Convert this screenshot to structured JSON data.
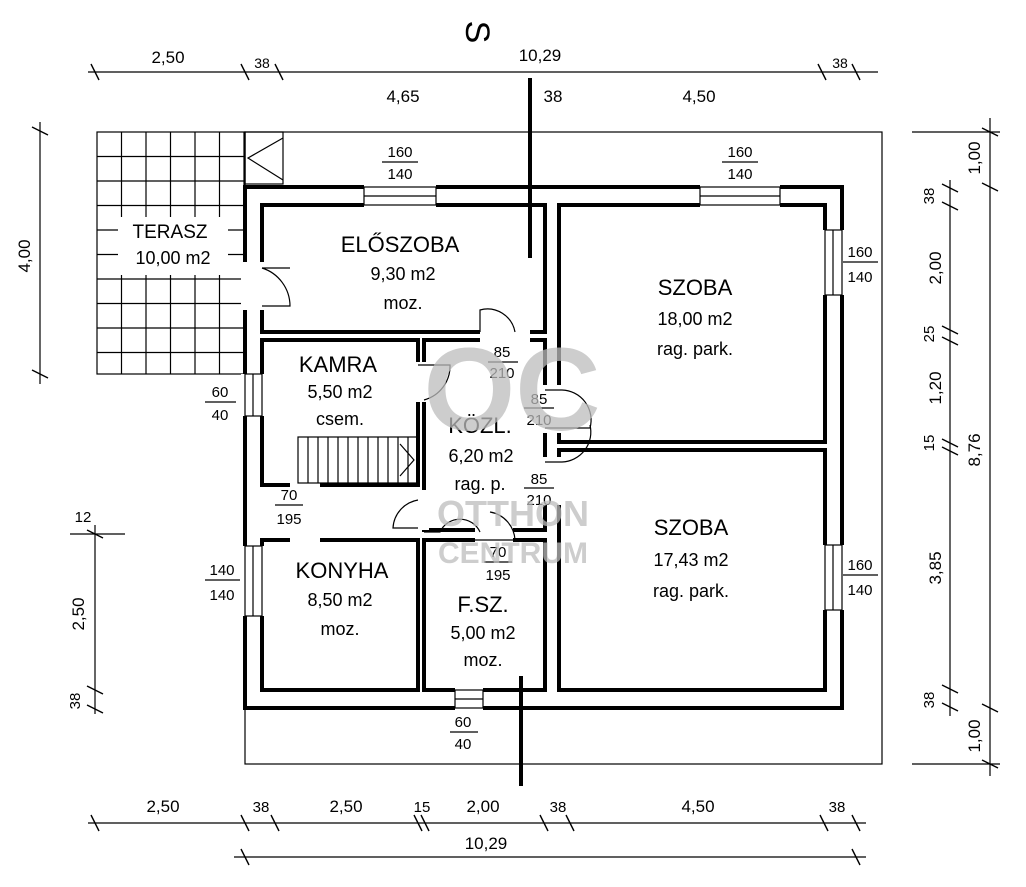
{
  "rooms": {
    "terasz": {
      "name": "TERASZ",
      "area": "10,00 m2"
    },
    "eloszoba": {
      "name": "ELŐSZOBA",
      "area": "9,30 m2",
      "floor": "moz."
    },
    "kamra": {
      "name": "KAMRA",
      "area": "5,50 m2",
      "floor": "csem."
    },
    "kozl": {
      "name": "KÖZL.",
      "area": "6,20 m2",
      "floor": "rag. p."
    },
    "konyha": {
      "name": "KONYHA",
      "area": "8,50 m2",
      "floor": "moz."
    },
    "fsz": {
      "name": "F.SZ.",
      "area": "5,00 m2",
      "floor": "moz."
    },
    "szoba1": {
      "name": "SZOBA",
      "area": "18,00 m2",
      "floor": "rag. park."
    },
    "szoba2": {
      "name": "SZOBA",
      "area": "17,43 m2",
      "floor": "rag. park."
    }
  },
  "openings": {
    "top_left_window": {
      "w": "160",
      "h": "140"
    },
    "top_right_window": {
      "w": "160",
      "h": "140"
    },
    "right_window_top": {
      "w": "160",
      "h": "140"
    },
    "right_window_bottom": {
      "w": "160",
      "h": "140"
    },
    "kamra_window": {
      "w": "60",
      "h": "40"
    },
    "konyha_window": {
      "w": "140",
      "h": "140"
    },
    "fsz_window": {
      "w": "60",
      "h": "40"
    },
    "door_kozl_top": {
      "w": "85",
      "h": "210"
    },
    "door_szoba_1": {
      "w": "85",
      "h": "210"
    },
    "door_szoba_2": {
      "w": "85",
      "h": "210"
    },
    "door_konyha": {
      "w": "70",
      "h": "195"
    },
    "door_fsz": {
      "w": "70",
      "h": "195"
    }
  },
  "dims": {
    "top_row1": [
      "2,50",
      "38",
      "10,29",
      "38"
    ],
    "top_row2": [
      "4,65",
      "38",
      "4,50"
    ],
    "left_terrace": "4,00",
    "left_lower": [
      "12",
      "2,50",
      "38"
    ],
    "right_inner": [
      "38",
      "2,00",
      "25",
      "1,20",
      "15",
      "3,85",
      "38"
    ],
    "right_outer": [
      "1,00",
      "8,76",
      "1,00"
    ],
    "bottom_row1": [
      "2,50",
      "38",
      "2,50",
      "15",
      "2,00",
      "38",
      "4,50",
      "38"
    ],
    "bottom_row2": "10,29"
  },
  "watermark": {
    "logo": "OC",
    "line1": "OTTHON",
    "line2": "CENTRUM"
  },
  "section_mark": "S"
}
